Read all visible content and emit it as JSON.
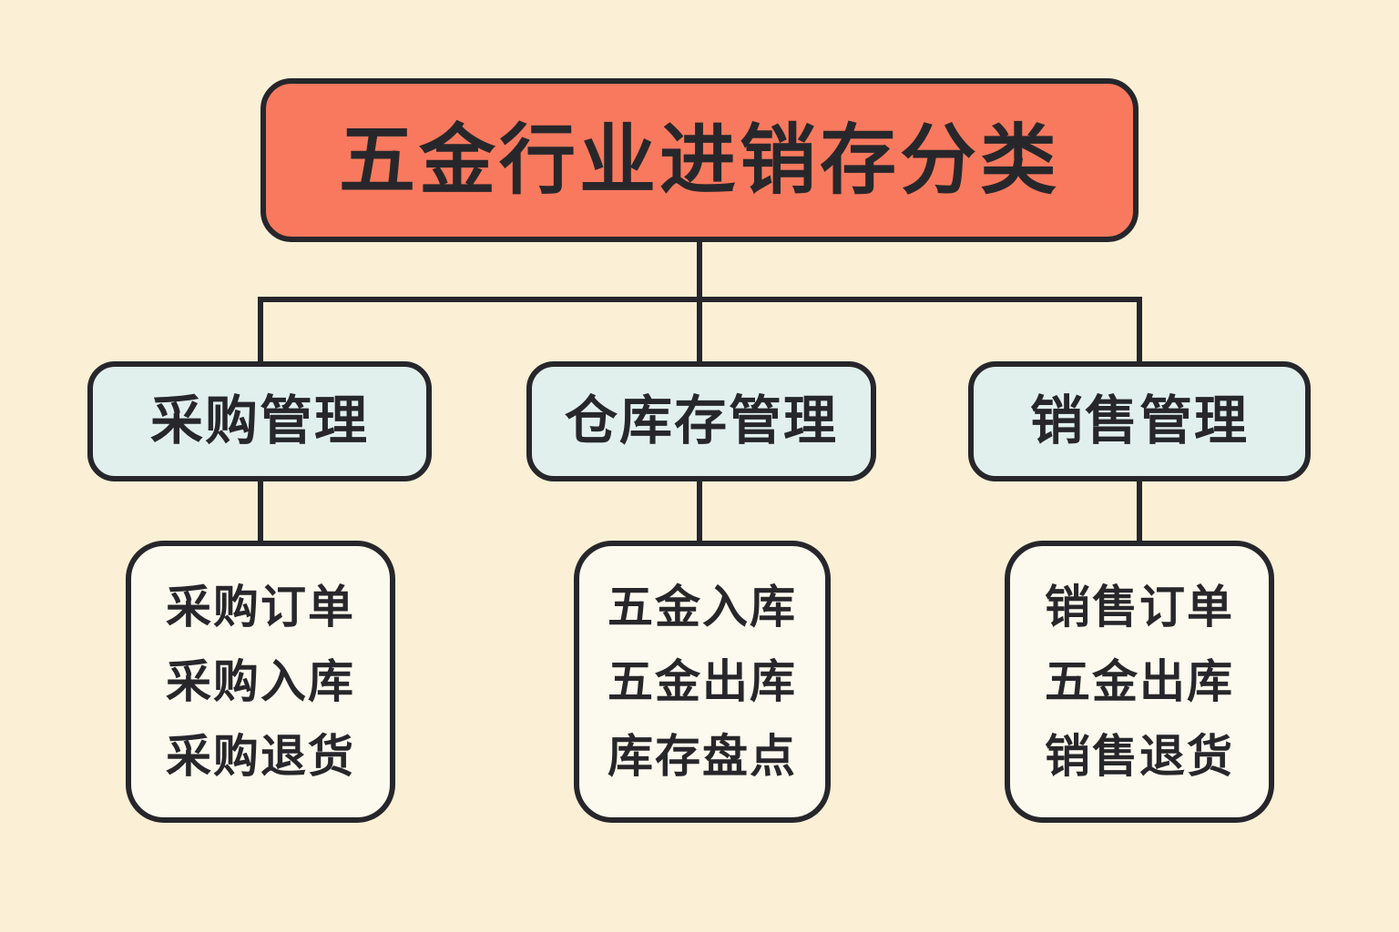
{
  "diagram": {
    "title": "五金行业进销存分类",
    "root": {
      "label": "五金行业进销存分类"
    },
    "branches": [
      {
        "label": "采购管理",
        "children": [
          "采购订单",
          "采购入库",
          "采购退货"
        ]
      },
      {
        "label": "仓库存管理",
        "children": [
          "五金入库",
          "五金出库",
          "库存盘点"
        ]
      },
      {
        "label": "销售管理",
        "children": [
          "销售订单",
          "五金出库",
          "销售退货"
        ]
      }
    ]
  },
  "palette": {
    "background": "#FBF0D6",
    "root_fill": "#F8795E",
    "branch_fill": "#E1F0EC",
    "leaf_fill": "#FCFAEE",
    "line_and_border": "#26262B",
    "text": "#27272B"
  }
}
